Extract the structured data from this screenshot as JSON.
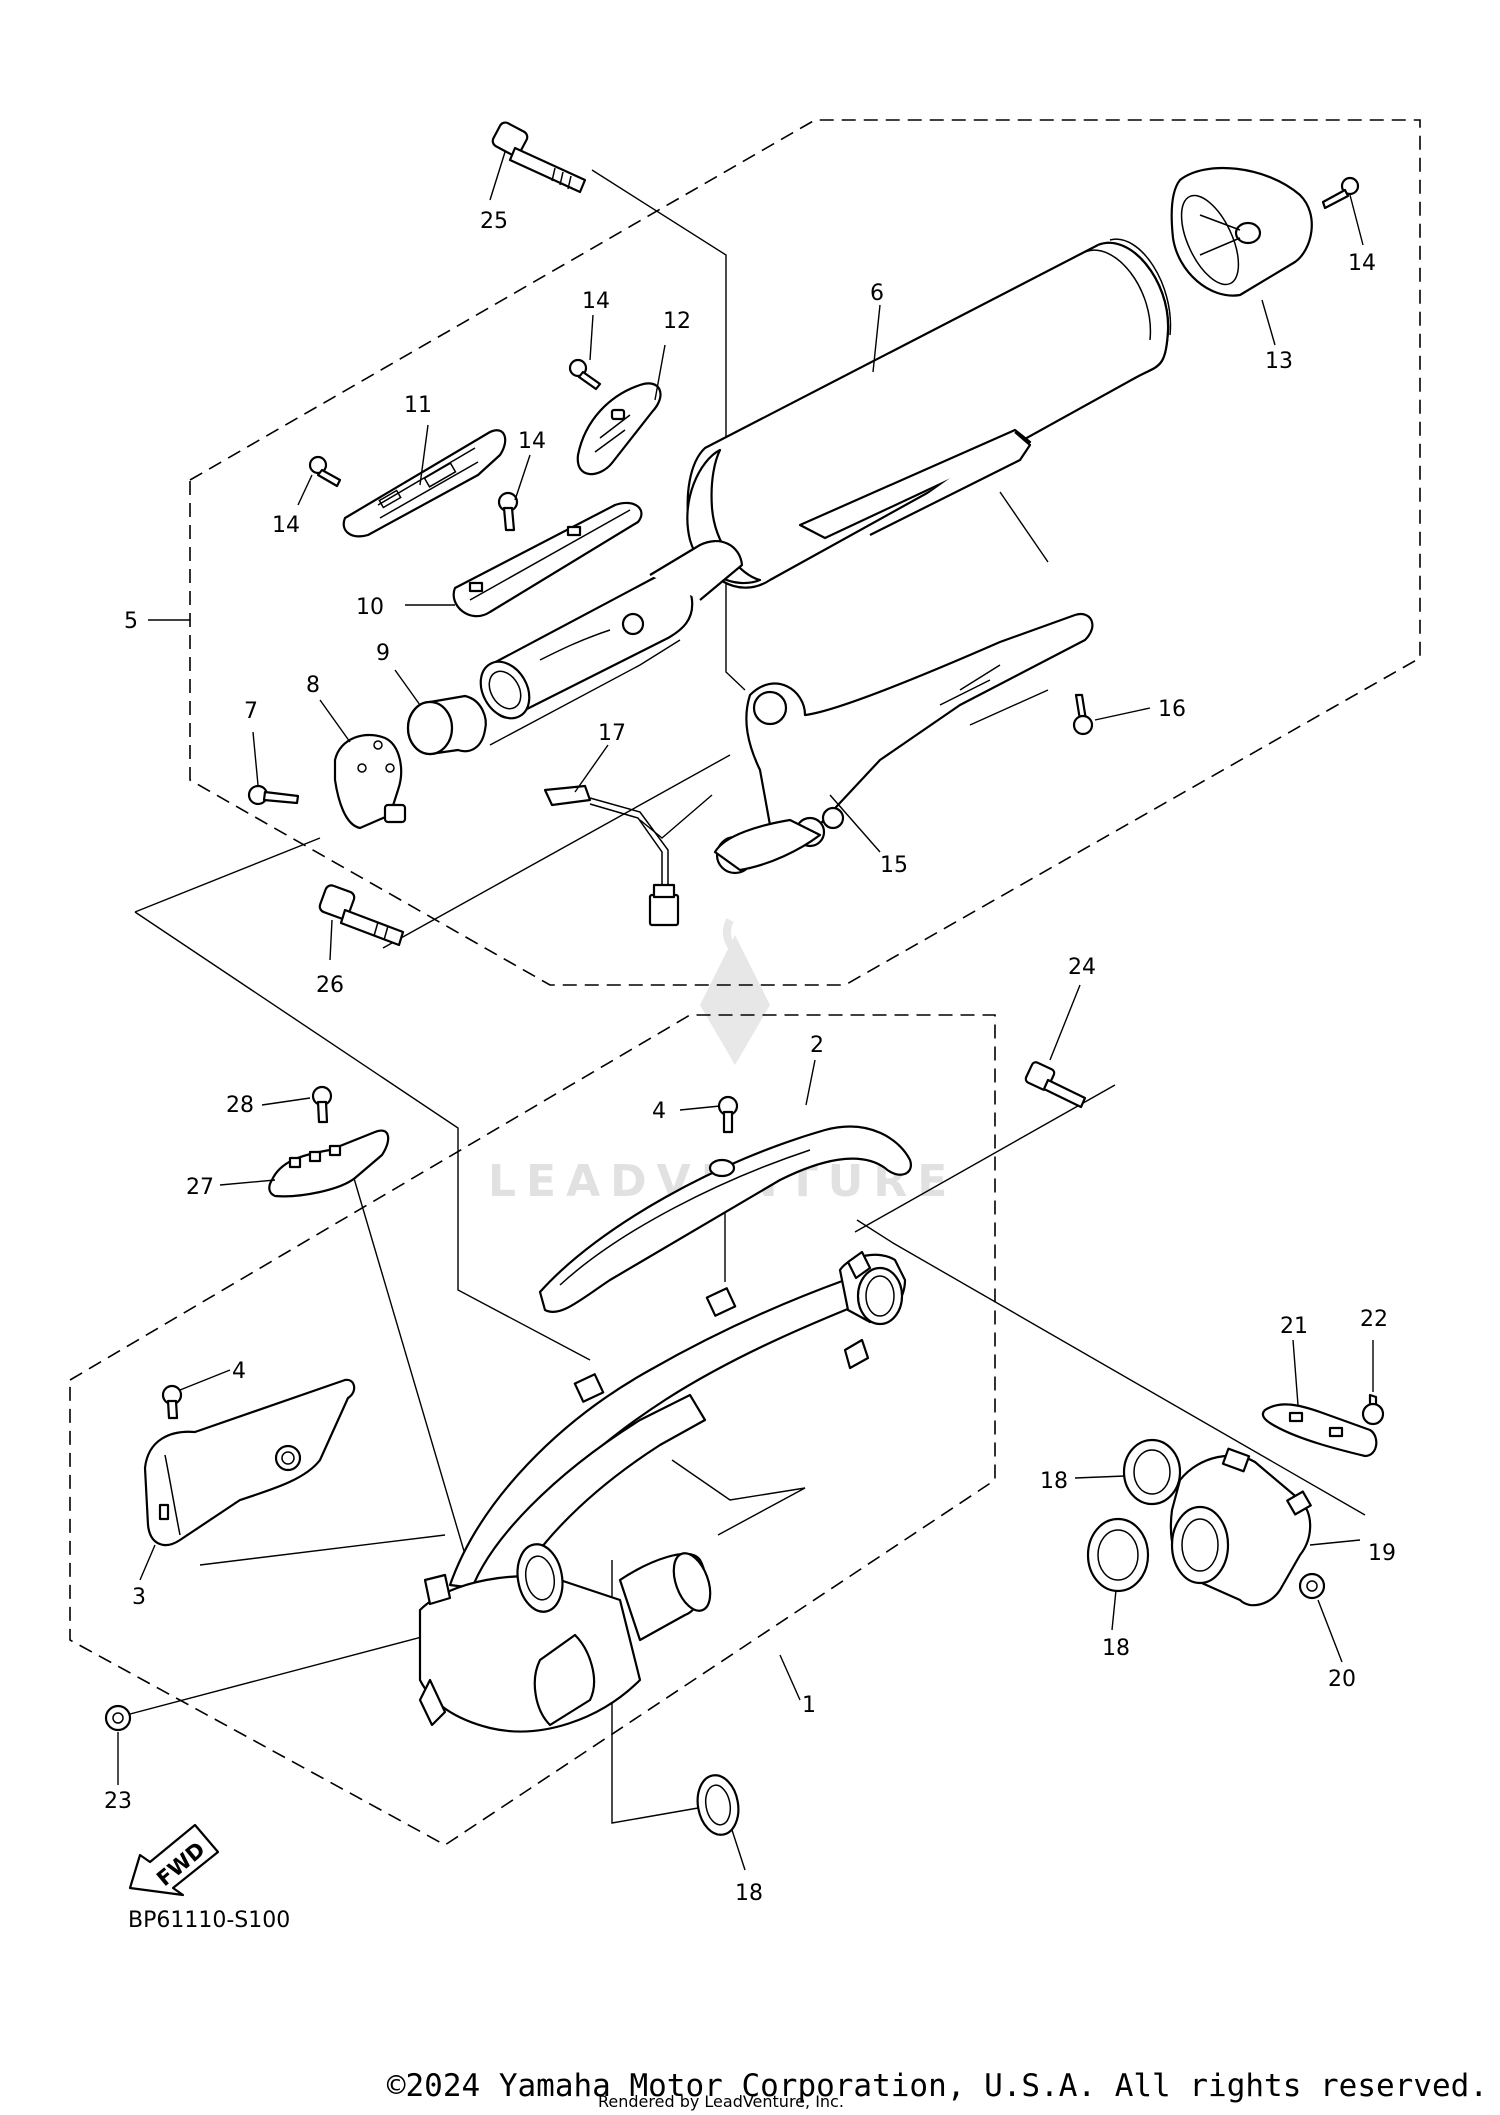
{
  "callouts": [
    {
      "id": "c1",
      "label": "1"
    },
    {
      "id": "c2",
      "label": "2"
    },
    {
      "id": "c3",
      "label": "3"
    },
    {
      "id": "c4a",
      "label": "4"
    },
    {
      "id": "c4b",
      "label": "4"
    },
    {
      "id": "c5",
      "label": "5"
    },
    {
      "id": "c6",
      "label": "6"
    },
    {
      "id": "c7",
      "label": "7"
    },
    {
      "id": "c8",
      "label": "8"
    },
    {
      "id": "c9",
      "label": "9"
    },
    {
      "id": "c10",
      "label": "10"
    },
    {
      "id": "c11",
      "label": "11"
    },
    {
      "id": "c12",
      "label": "12"
    },
    {
      "id": "c13",
      "label": "13"
    },
    {
      "id": "c14a",
      "label": "14"
    },
    {
      "id": "c14b",
      "label": "14"
    },
    {
      "id": "c14c",
      "label": "14"
    },
    {
      "id": "c14d",
      "label": "14"
    },
    {
      "id": "c15",
      "label": "15"
    },
    {
      "id": "c16",
      "label": "16"
    },
    {
      "id": "c17",
      "label": "17"
    },
    {
      "id": "c18a",
      "label": "18"
    },
    {
      "id": "c18b",
      "label": "18"
    },
    {
      "id": "c18c",
      "label": "18"
    },
    {
      "id": "c19",
      "label": "19"
    },
    {
      "id": "c20",
      "label": "20"
    },
    {
      "id": "c21",
      "label": "21"
    },
    {
      "id": "c22",
      "label": "22"
    },
    {
      "id": "c23",
      "label": "23"
    },
    {
      "id": "c24",
      "label": "24"
    },
    {
      "id": "c25",
      "label": "25"
    },
    {
      "id": "c26",
      "label": "26"
    },
    {
      "id": "c27",
      "label": "27"
    },
    {
      "id": "c28",
      "label": "28"
    }
  ],
  "fwd_label": "FWD",
  "diagram_code": "BP61110-S100",
  "watermark_text": "LEADVENTURE",
  "copyright": "©2024 Yamaha Motor Corporation, U.S.A. All rights reserved.",
  "rendered_by": "Rendered by LeadVenture, Inc."
}
